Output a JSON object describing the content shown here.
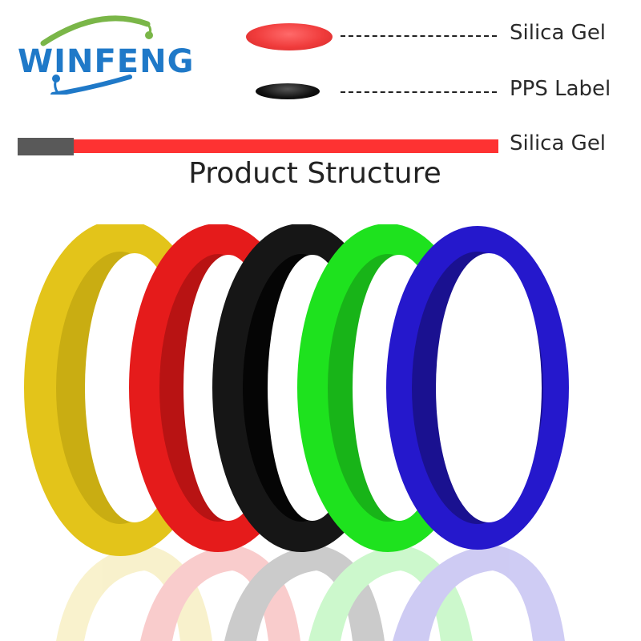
{
  "logo": {
    "text": "WINFENG",
    "colors": {
      "text": "#1f79c8",
      "arc_top": "#7ab648",
      "arc_bottom": "#1f79c8"
    }
  },
  "legend": [
    {
      "swatch": "red-disc",
      "label": "Silica Gel",
      "color": "#f03c3c"
    },
    {
      "swatch": "black-disc",
      "label": "PPS Label",
      "color": "#111111"
    },
    {
      "swatch": "strip",
      "label": "Silica Gel",
      "color": "#fe3232",
      "end_color": "#595959"
    }
  ],
  "title": "Product Structure",
  "wristbands": [
    {
      "color_name": "yellow",
      "color": "#e3c41a",
      "inner": "#c9ad12"
    },
    {
      "color_name": "red",
      "color": "#e51b1b",
      "inner": "#b81313"
    },
    {
      "color_name": "black",
      "color": "#161616",
      "inner": "#050505"
    },
    {
      "color_name": "green",
      "color": "#1ee21e",
      "inner": "#18b418"
    },
    {
      "color_name": "blue",
      "color": "#2518cc",
      "inner": "#1a1190"
    }
  ]
}
